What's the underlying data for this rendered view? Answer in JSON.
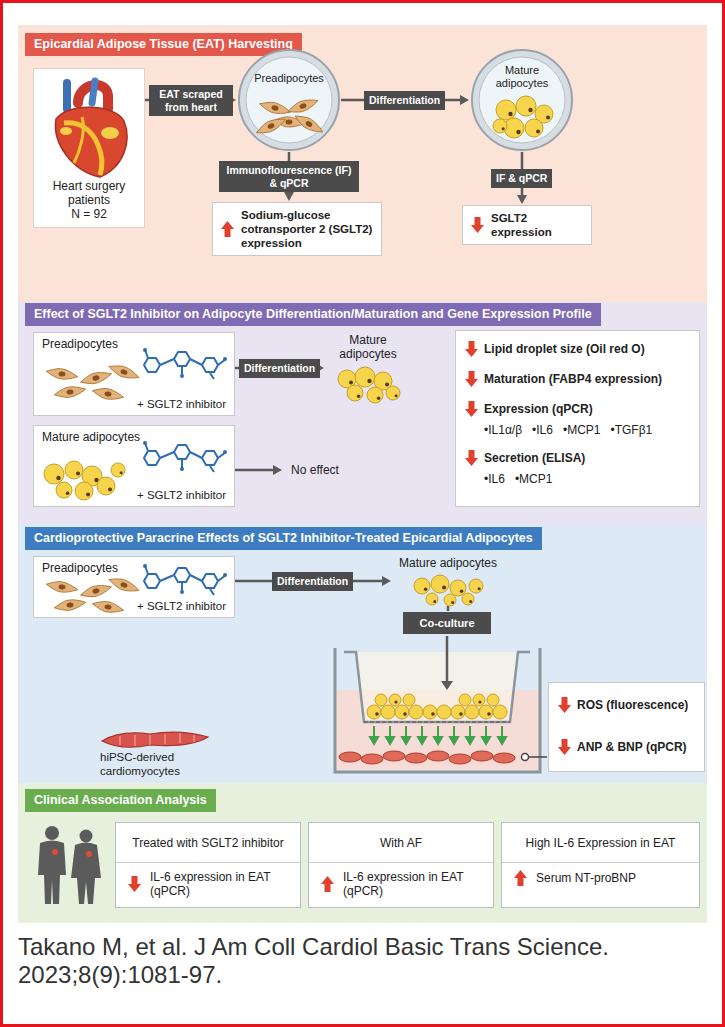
{
  "diagram": {
    "caption": "Takano M, et al. J Am Coll Cardiol Basic Trans Science. 2023;8(9):1081-97.",
    "nodes": [
      {
        "text": [
          "Epicardial Adipose Tissue (EAT) Harvesting"
        ]
      },
      {
        "text": [
          "Heart surgery patients",
          "N = 92"
        ],
        "in": 0
      },
      {
        "text": [
          "Preadipocytes"
        ],
        "in": 0
      },
      {
        "text": [
          "Mature adipocytes"
        ],
        "in": 0
      },
      {
        "text": [
          "Sodium-glucose cotransporter 2 (SGLT2) expression"
        ],
        "in": 0
      },
      {
        "text": [
          "SGLT2 expression"
        ],
        "in": 0
      },
      {
        "text": [
          "Effect of SGLT2 Inhibitor on Adipocyte Differentiation/Maturation and Gene Expression Profile"
        ]
      },
      {
        "text": [
          "Preadipocytes",
          "+ SGLT2 inhibitor"
        ],
        "in": 6
      },
      {
        "text": [
          "Mature adipocytes"
        ],
        "in": 6
      },
      {
        "text": [
          "Mature adipocytes",
          "+ SGLT2 inhibitor"
        ],
        "in": 6
      },
      {
        "text": [
          "No effect"
        ],
        "in": 6
      },
      {
        "text": [
          "Lipid droplet size (Oil red O)",
          "Maturation (FABP4 expression)",
          "Expression (qPCR)",
          "•IL1α/β",
          "•IL6",
          "•MCP1",
          "•TGFβ1",
          "Secretion (ELISA)",
          "•IL6",
          "•MCP1"
        ],
        "in": 6
      },
      {
        "text": [
          "Cardioprotective Paracrine Effects of SGLT2 Inhibitor-Treated Epicardial Adipocytes"
        ]
      },
      {
        "text": [
          "Preadipocytes",
          "+ SGLT2 inhibitor"
        ],
        "in": 12
      },
      {
        "text": [
          "Mature adipocytes"
        ],
        "in": 12
      },
      {
        "text": [
          "Co-culture"
        ],
        "in": 12
      },
      {
        "text": [
          "ROS (fluorescence)",
          "ANP & BNP (qPCR)"
        ],
        "in": 12
      },
      {
        "text": [
          "Clinical Association Analysis"
        ]
      },
      {
        "text": [
          "Treated with SGLT2 inhibitor",
          "IL-6 expression in EAT (qPCR)"
        ],
        "in": 17
      },
      {
        "text": [
          "With AF",
          "IL-6 expression in EAT (qPCR)"
        ],
        "in": 17
      },
      {
        "text": [
          "High IL-6 Expression in EAT",
          "Serum NT-proBNP"
        ],
        "in": 17
      }
    ],
    "edges": [
      {
        "from": 1,
        "to": 2,
        "arrow": "to",
        "label": "EAT scraped from heart"
      },
      {
        "from": 2,
        "to": 3,
        "arrow": "to",
        "label": "Differentiation"
      },
      {
        "from": 2,
        "to": 4,
        "arrow": "to",
        "label": "Immunoflourescence (IF) & qPCR"
      },
      {
        "from": 3,
        "to": 5,
        "arrow": "to",
        "label": "IF & qPCR"
      },
      {
        "from": 7,
        "to": 8,
        "arrow": "to",
        "label": "Differentiation"
      },
      {
        "from": 9,
        "to": 10,
        "arrow": "to"
      },
      {
        "from": 13,
        "to": 14,
        "arrow": "to",
        "label": "Differentiation"
      },
      {
        "from": 14,
        "to": 15,
        "arrow": "none"
      }
    ],
    "labels": [
      "hiPSC-derived cardiomyocytes"
    ]
  }
}
